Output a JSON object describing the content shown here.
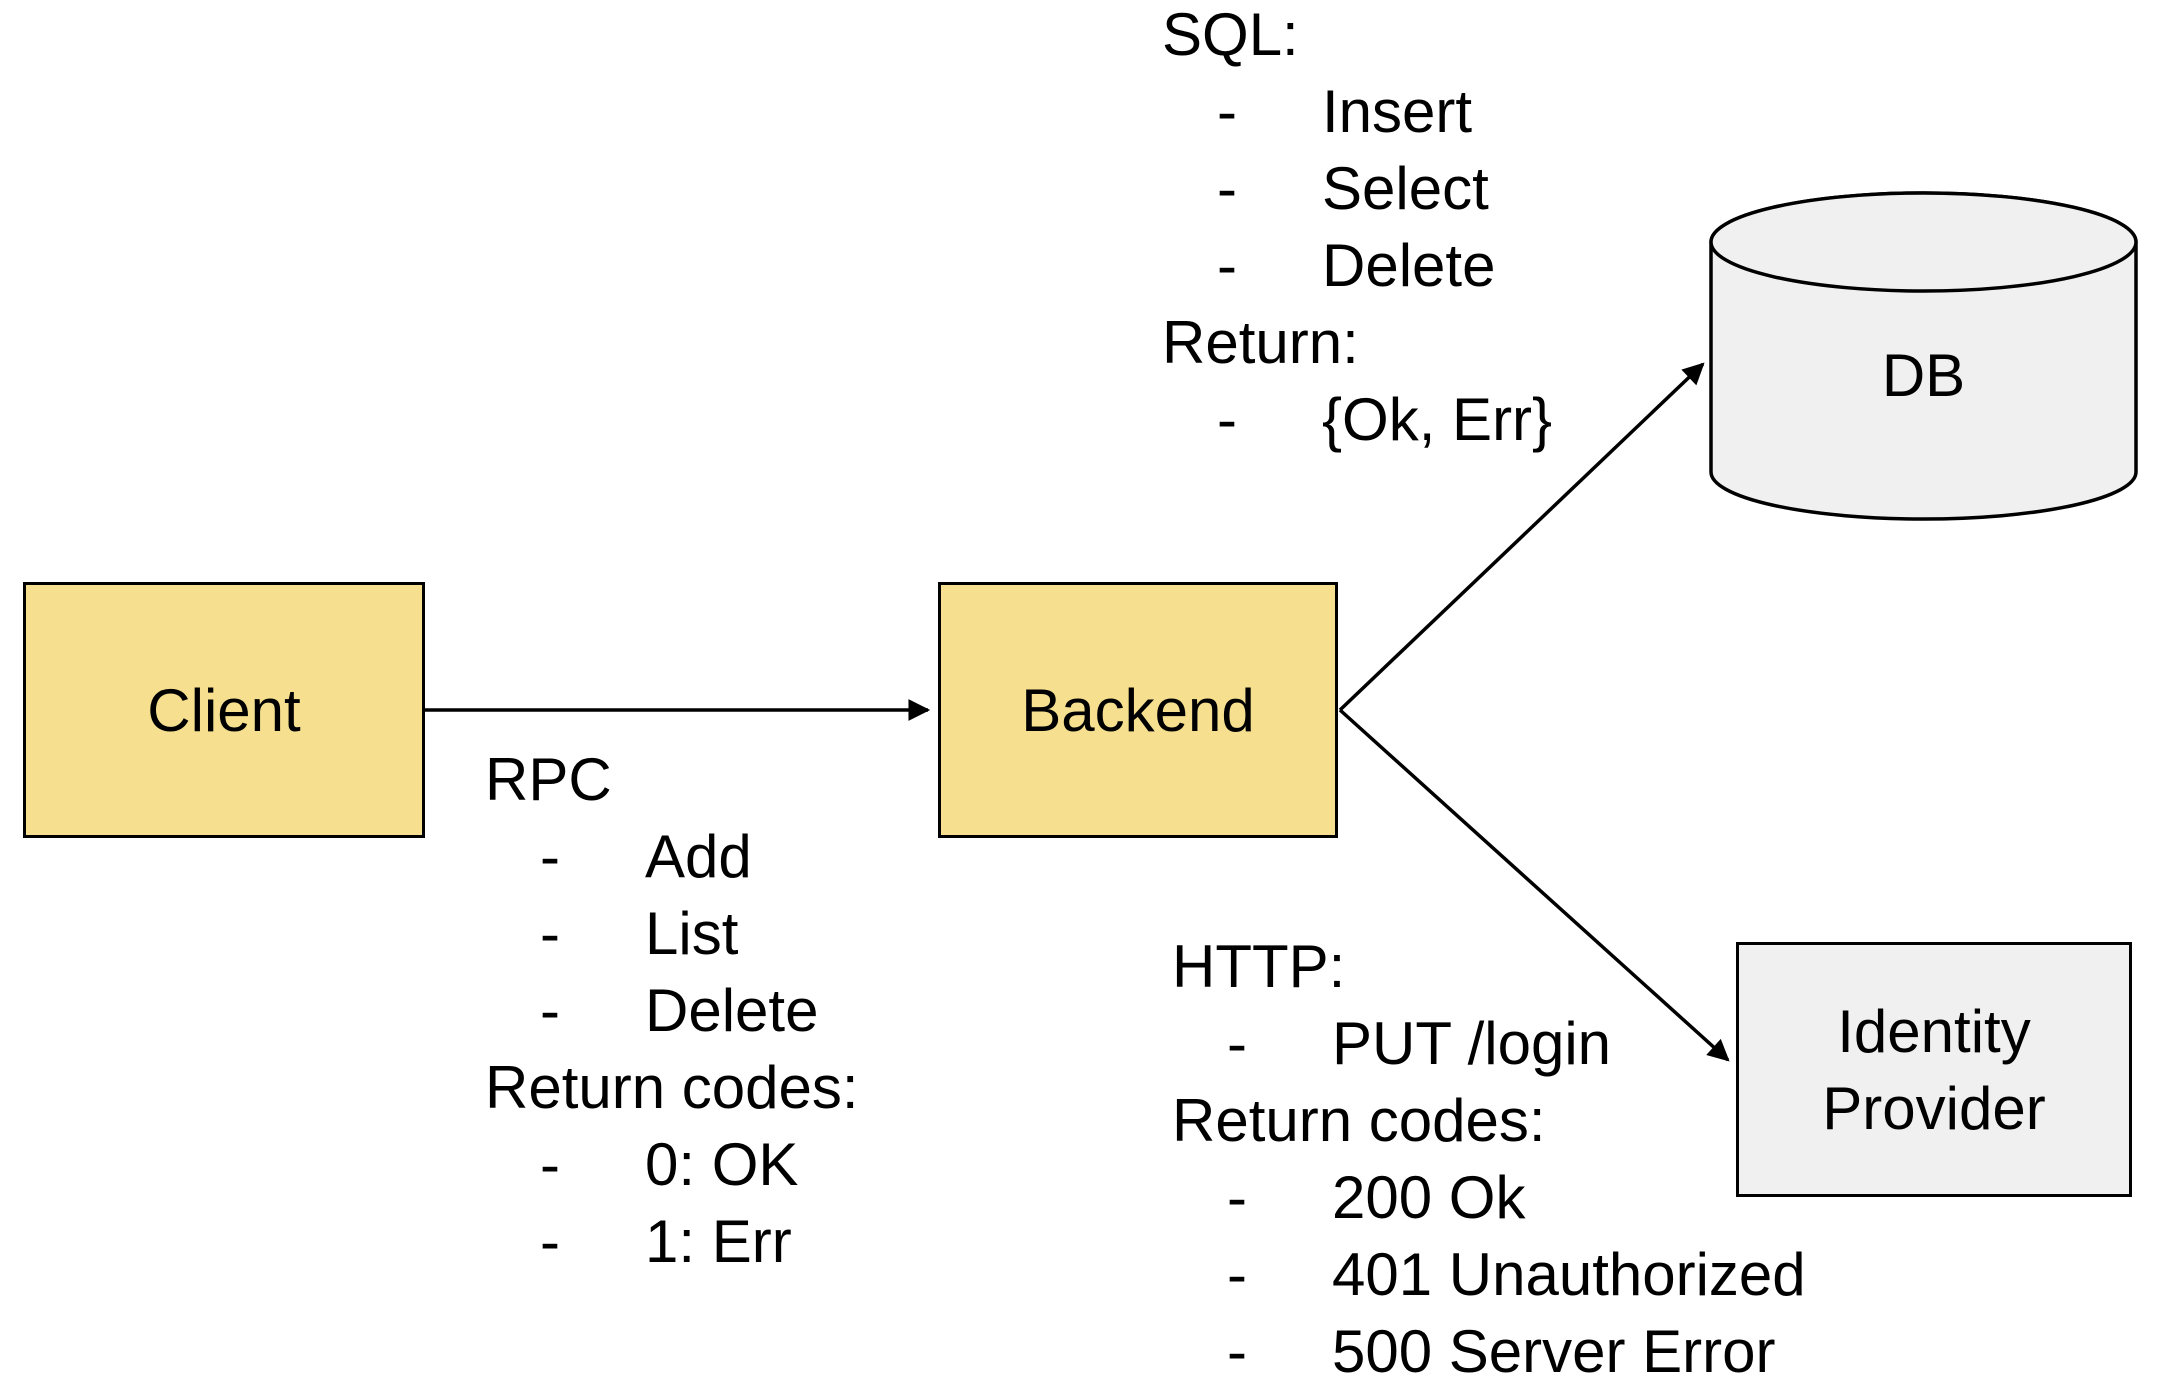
{
  "colors": {
    "node_fill_yellow": "#F6E08F",
    "node_fill_gray": "#F0F0F0",
    "stroke": "#000000",
    "background": "#FFFFFF",
    "text": "#000000"
  },
  "nodes": {
    "client": {
      "label": "Client",
      "shape": "rect"
    },
    "backend": {
      "label": "Backend",
      "shape": "rect"
    },
    "db": {
      "label": "DB",
      "shape": "cylinder"
    },
    "identity_provider": {
      "label": "Identity Provider",
      "shape": "rect"
    }
  },
  "edges": [
    {
      "from": "Client",
      "to": "Backend",
      "head": "arrow"
    },
    {
      "from": "Backend",
      "to": "DB",
      "head": "arrow"
    },
    {
      "from": "Backend",
      "to": "Identity Provider",
      "head": "arrow"
    }
  ],
  "annotations": {
    "rpc": {
      "lines": [
        {
          "bullet": "",
          "text": "RPC"
        },
        {
          "bullet": "-",
          "text": "Add"
        },
        {
          "bullet": "-",
          "text": "List"
        },
        {
          "bullet": "-",
          "text": "Delete"
        },
        {
          "bullet": "",
          "text": "Return codes:"
        },
        {
          "bullet": "-",
          "text": "0: OK"
        },
        {
          "bullet": "-",
          "text": "1: Err"
        }
      ]
    },
    "sql": {
      "lines": [
        {
          "bullet": "",
          "text": "SQL:"
        },
        {
          "bullet": "-",
          "text": "Insert"
        },
        {
          "bullet": "-",
          "text": "Select"
        },
        {
          "bullet": "-",
          "text": "Delete"
        },
        {
          "bullet": "",
          "text": "Return:"
        },
        {
          "bullet": "-",
          "text": "{Ok, Err}"
        }
      ]
    },
    "http": {
      "lines": [
        {
          "bullet": "",
          "text": "HTTP:"
        },
        {
          "bullet": "-",
          "text": "PUT /login"
        },
        {
          "bullet": "",
          "text": "Return codes:"
        },
        {
          "bullet": "-",
          "text": "200 Ok"
        },
        {
          "bullet": "-",
          "text": "401 Unauthorized"
        },
        {
          "bullet": "-",
          "text": "500 Server Error"
        }
      ]
    }
  }
}
